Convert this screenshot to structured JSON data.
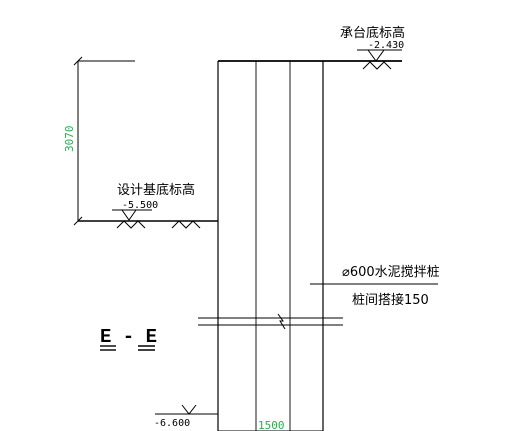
{
  "labels": {
    "cap_bottom": "承台底标高",
    "cap_bottom_elev": "-2.430",
    "design_bottom": "设计基底标高",
    "design_bottom_elev": "-5.500",
    "pile_name": "⌀600水泥搅拌桩",
    "pile_overlap": "桩间搭接150",
    "section_mark": "E - E",
    "lower_elev": "-6.600",
    "width_dim": "1500",
    "height_dim": "3070"
  },
  "colors": {
    "line": "#000000",
    "dimension": "#22b14c"
  }
}
